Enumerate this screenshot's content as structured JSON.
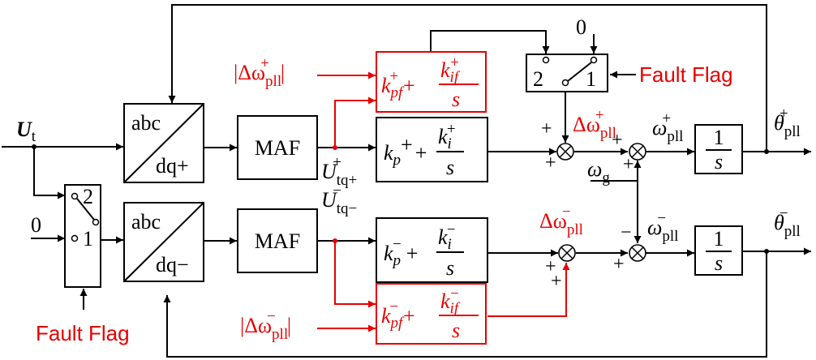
{
  "colors": {
    "ink": "#000000",
    "accent": "#e60000"
  },
  "inputs": {
    "ut": "U",
    "ut_sub": "t",
    "zero": "0"
  },
  "blocks": {
    "abc_pos_top": "abc",
    "abc_pos_bottom": "dq+",
    "abc_neg_top": "abc",
    "abc_neg_bottom": "dq−",
    "maf": "MAF",
    "one": "1",
    "s": "s",
    "k": "k",
    "p": "p",
    "i": "i",
    "pf": "pf",
    "if": "if",
    "plus": "+",
    "minus": "−"
  },
  "switches": {
    "pos_1": "2",
    "pos_2": "1"
  },
  "labels": {
    "fault_flag": "Fault Flag",
    "delta_omega": "|Δω",
    "delta_omega_raw": "Δω",
    "pll": "pll",
    "bar": "|",
    "omega": "ω",
    "omega_g_sub": "g",
    "utq": "U",
    "tq_pos": "tq+",
    "tq_neg": "tq−",
    "theta": "θ",
    "plus": "+",
    "minus": "−"
  }
}
